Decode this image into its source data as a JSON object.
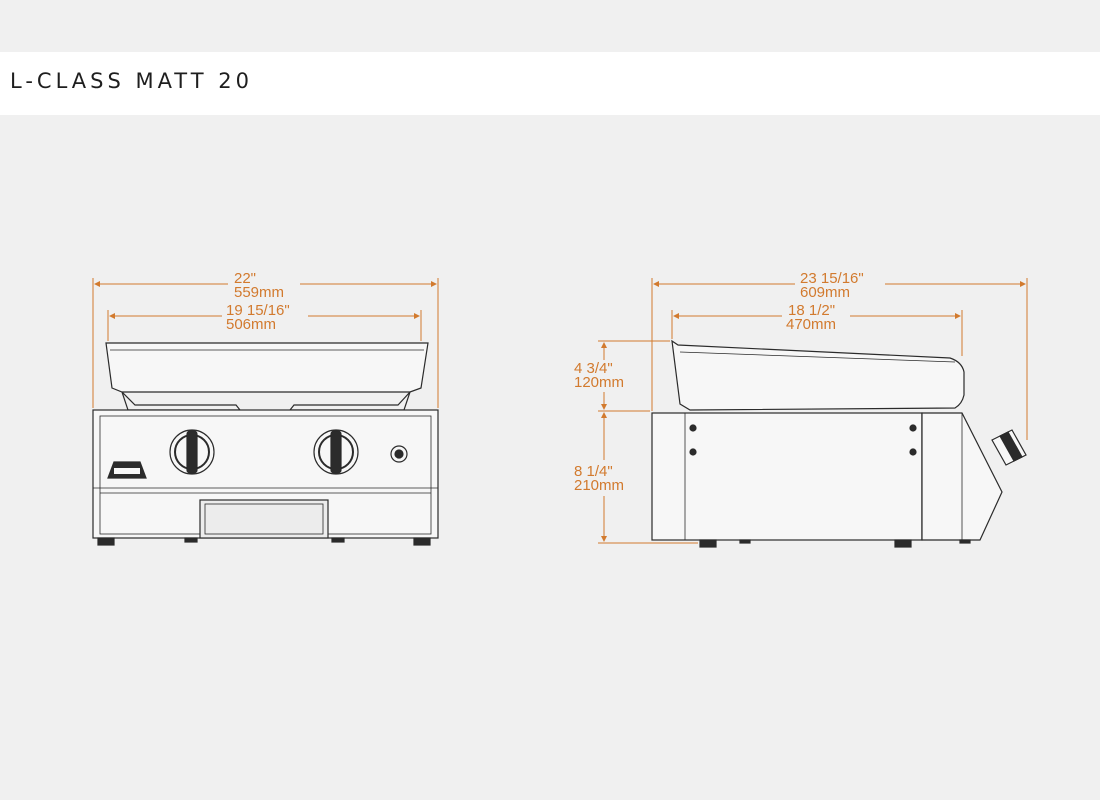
{
  "title": "L-CLASS MATT 20",
  "colors": {
    "background": "#f0f0f0",
    "title_bar": "#ffffff",
    "outline": "#2b2b2b",
    "dimension": "#d27a2e"
  },
  "front_view": {
    "overall_width": {
      "imperial": "22\"",
      "metric": "559mm"
    },
    "plate_width": {
      "imperial": "19 15/16\"",
      "metric": "506mm"
    },
    "knobs": [
      "left-burner-knob",
      "right-burner-knob"
    ],
    "igniter": "igniter-button"
  },
  "side_view": {
    "overall_depth": {
      "imperial": "23 15/16\"",
      "metric": "609mm"
    },
    "plate_depth": {
      "imperial": "18 1/2\"",
      "metric": "470mm"
    },
    "hood_height": {
      "imperial": "4 3/4\"",
      "metric": "120mm"
    },
    "body_height": {
      "imperial": "8 1/4\"",
      "metric": "210mm"
    }
  }
}
